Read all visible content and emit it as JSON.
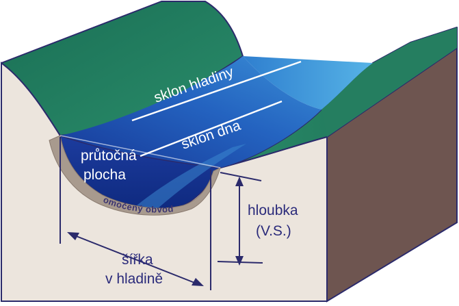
{
  "labels": {
    "water_surface_slope": "sklon hladiny",
    "bed_slope": "sklon dna",
    "flow_area_line1": "průtočná",
    "flow_area_line2": "plocha",
    "wetted_perimeter": "omočený obvod",
    "depth_line1": "hloubka",
    "depth_line2": "(V.S.)",
    "width_line1": "šířka",
    "width_line2": "v hladině"
  },
  "colors": {
    "grass_dark": "#1e7a5c",
    "grass_mid": "#2b8f6c",
    "soil_front": "#ece5dd",
    "soil_side": "#6e5550",
    "water_deep": "#1a3a9c",
    "water_mid": "#2a6fc7",
    "water_light": "#4aa6df",
    "water_far": "#3d97d8",
    "wetted_band": "#a89a8e",
    "outline": "#2b2a6b"
  }
}
